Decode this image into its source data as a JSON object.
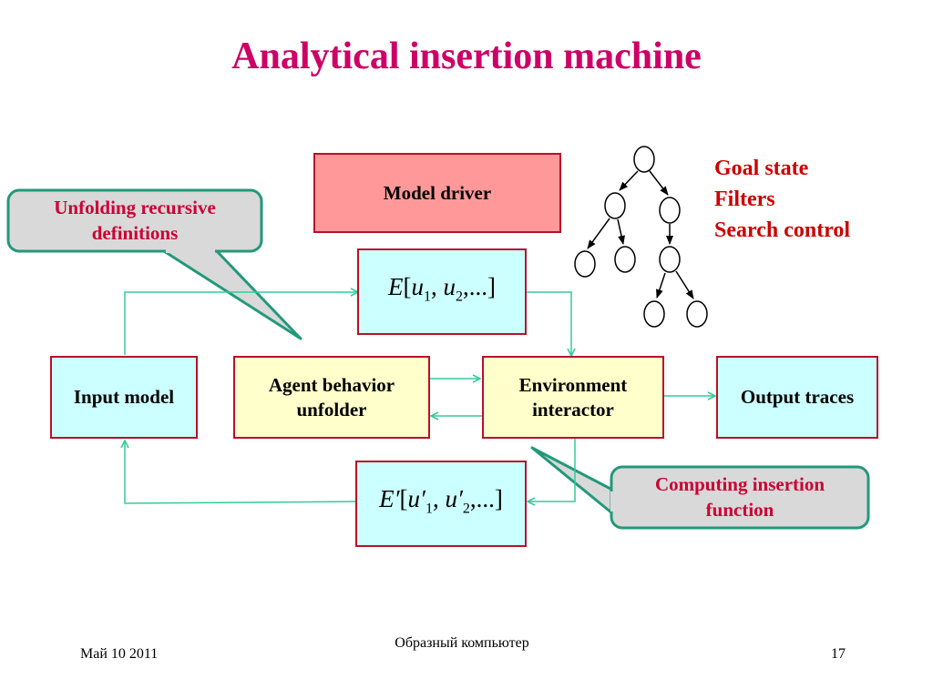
{
  "title": "Analytical insertion machine",
  "boxes": {
    "model_driver": "Model driver",
    "input_model": "Input model",
    "agent_unfolder_line1": "Agent behavior",
    "agent_unfolder_line2": "unfolder",
    "env_interactor_line1": "Environment",
    "env_interactor_line2": "interactor",
    "output_traces": "Output traces"
  },
  "formulas": {
    "top": {
      "symbol": "E",
      "open": "[",
      "u": "u",
      "sub1": "1",
      "sep": ", ",
      "sub2": "2",
      "rest": ",...]"
    },
    "bottom": {
      "symbol": "E′",
      "open": "[",
      "u": "u′",
      "sub1": "1",
      "sep": ", ",
      "sub2": "2",
      "rest": ",...]"
    }
  },
  "callouts": {
    "unfolding_line1": "Unfolding recursive",
    "unfolding_line2": "definitions",
    "computing_line1": "Computing insertion",
    "computing_line2": "function"
  },
  "goals": [
    "Goal state",
    "Filters",
    "Search control"
  ],
  "footer": {
    "date": "Май 10 2011",
    "center": "Образный компьютер",
    "page": "17"
  },
  "colors": {
    "title": "#cc0066",
    "box_border": "#b8102a",
    "arrow": "#33cc99",
    "callout_border": "#22997a",
    "callout_fill": "#d9d9d9",
    "callout_text": "#cc0033"
  }
}
